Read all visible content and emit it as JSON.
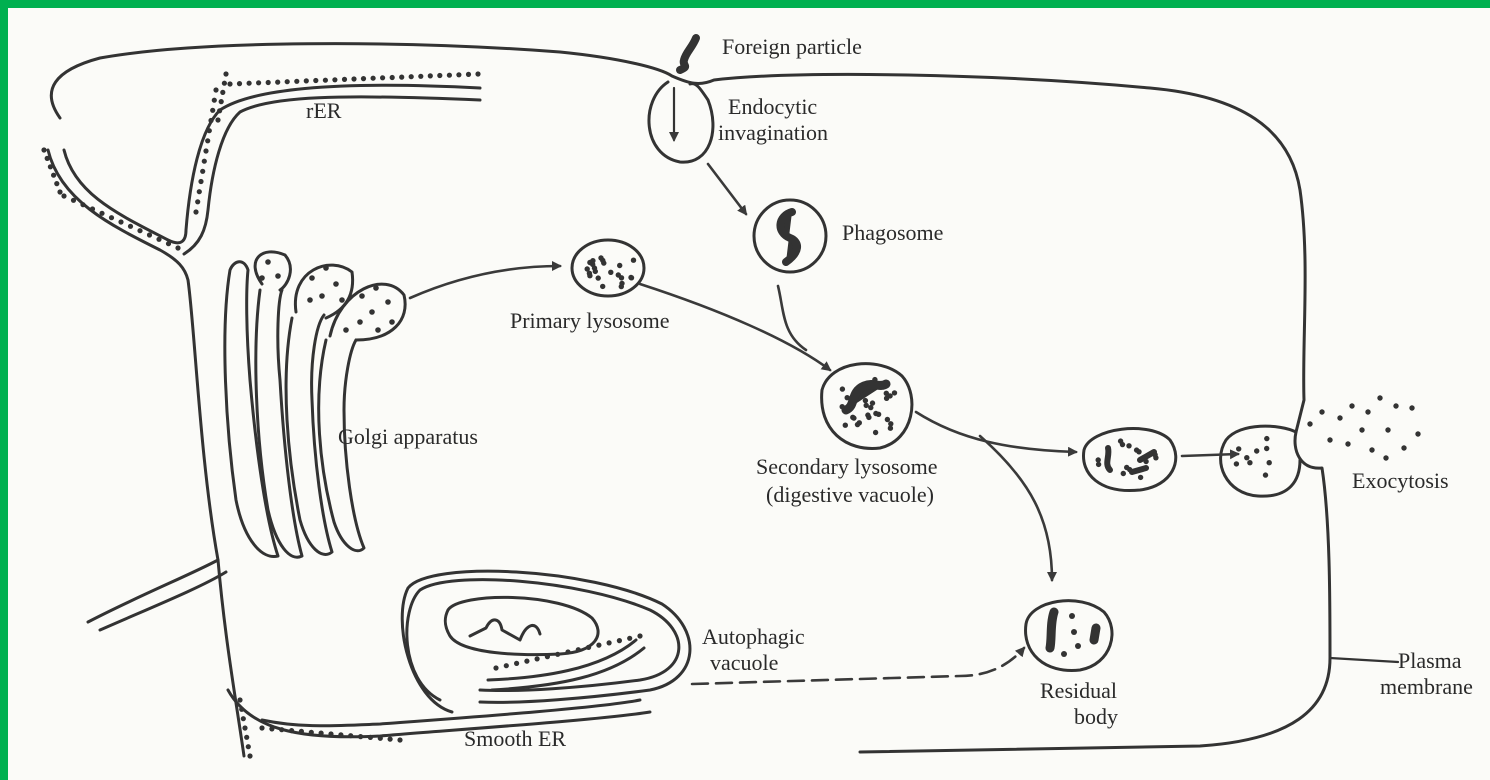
{
  "frame_color": "#00b050",
  "labels": {
    "foreign_particle": "Foreign particle",
    "endocytic_1": "Endocytic",
    "endocytic_2": "invagination",
    "rer": "rER",
    "phagosome": "Phagosome",
    "primary_lysosome": "Primary lysosome",
    "golgi": "Golgi apparatus",
    "secondary_1": "Secondary lysosome",
    "secondary_2": "(digestive vacuole)",
    "exocytosis": "Exocytosis",
    "autophagic_1": "Autophagic",
    "autophagic_2": "vacuole",
    "residual_1": "Residual",
    "residual_2": "body",
    "plasma_1": "Plasma",
    "plasma_2": "membrane",
    "smooth_er": "Smooth ER"
  }
}
